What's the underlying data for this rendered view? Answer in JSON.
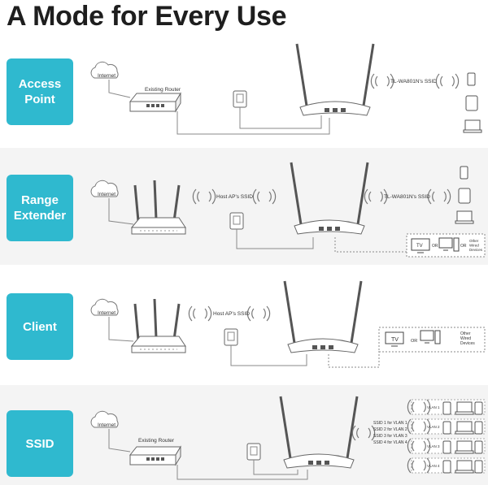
{
  "title": "A Mode for Every Use",
  "colors": {
    "accent": "#2fb9cf",
    "line": "#8a8a8a",
    "band": "#f4f4f4"
  },
  "modes": [
    {
      "name": "Access\nPoint",
      "internet": "Internet",
      "router": "Existing Router",
      "ssid": "TL-WA801N's SSID"
    },
    {
      "name": "Range\nExtender",
      "internet": "Internet",
      "host_ssid": "Host AP's SSID",
      "ssid": "TL-WA801N's SSID",
      "tv": "TV",
      "or1": "OR",
      "or2": "OR",
      "other": "Other\nWired\nDevices"
    },
    {
      "name": "Client",
      "internet": "Internet",
      "host_ssid": "Host AP's SSID",
      "tv": "TV",
      "or1": "OR",
      "other": "Other\nWired\nDevices"
    },
    {
      "name": "SSID",
      "internet": "Internet",
      "router": "Existing Router",
      "ssid_list": [
        "SSID 1 for VLAN 1",
        "SSID 2 for VLAN 2",
        "SSID 3 for VLAN 3",
        "SSID 4 for VLAN 4"
      ],
      "vlans": [
        "VLAN 1",
        "VLAN 2",
        "VLAN 3",
        "VLAN 4"
      ]
    }
  ],
  "icons": {
    "cloud": "cloud-icon",
    "router": "router-icon",
    "wall_socket": "power-outlet-icon",
    "access_point": "access-point-icon",
    "wifi": "wifi-signal-icon",
    "phone": "phone-icon",
    "tablet": "tablet-icon",
    "laptop": "laptop-icon",
    "tv": "tv-icon",
    "pc": "desktop-icon"
  }
}
